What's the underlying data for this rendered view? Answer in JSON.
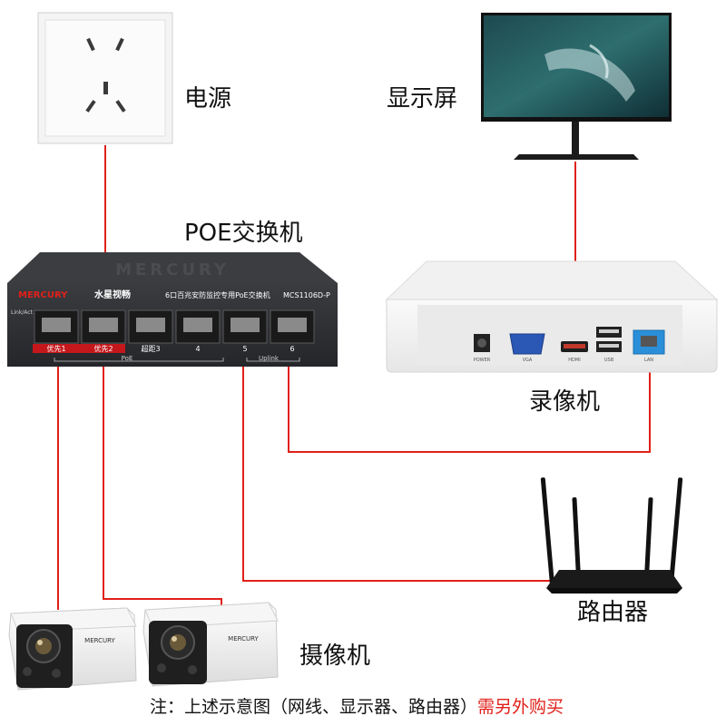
{
  "labels": {
    "power": "电源",
    "monitor": "显示屏",
    "switch": "POE交换机",
    "nvr": "录像机",
    "router": "路由器",
    "camera": "摄像机"
  },
  "switch_panel": {
    "brand": "MERCURY",
    "brand_cn": "水星视畅",
    "description": "6口百兆安防监控专用PoE交换机",
    "model": "MCS1106D-P",
    "link_label": "Link/Act",
    "embossed_brand": "MERCURY",
    "ports": [
      "优先1",
      "优先2",
      "超距3",
      "4",
      "5",
      "6"
    ],
    "poe_label": "PoE",
    "uplink_label": "Uplink"
  },
  "nvr_panel": {
    "ports": [
      "POWER",
      "VGA",
      "HDMI",
      "USB",
      "LAN"
    ]
  },
  "camera_brand": "MERCURY",
  "note": {
    "text": "注：上述示意图（网线、显示器、路由器）",
    "highlight": "需另外购买"
  },
  "colors": {
    "cable": "#e0201a",
    "note_highlight": "#e0201a",
    "switch_body": "#2d2f33",
    "priority_port_band": "#c4171c",
    "lan_port": "#2a8fd8"
  }
}
